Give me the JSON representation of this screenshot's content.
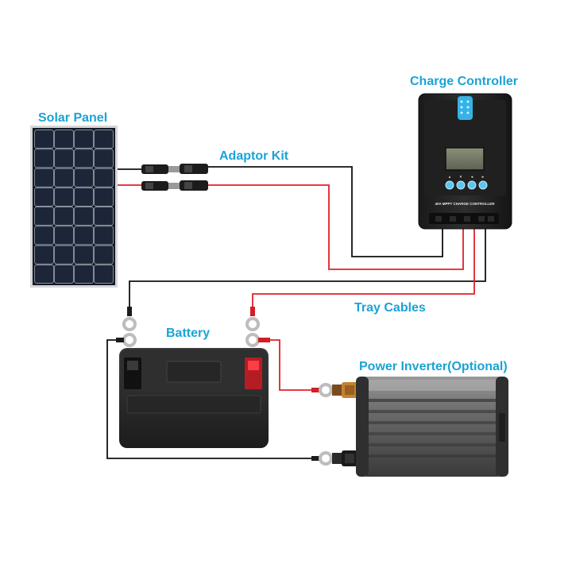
{
  "labels": {
    "solar_panel": "Solar Panel",
    "adaptor_kit": "Adaptor Kit",
    "charge_controller": "Charge Controller",
    "tray_cables": "Tray Cables",
    "battery": "Battery",
    "power_inverter": "Power Inverter(Optional)"
  },
  "controller": {
    "model_text": "40A MPPT CHARGE CONTROLLER",
    "button_glyphs": [
      "▲",
      "▼",
      "◄",
      "►"
    ]
  },
  "colors": {
    "label_blue": "#1aa3d6",
    "wire_red": "#e2202a",
    "wire_black": "#111111",
    "controller_accent": "#35b3e6"
  }
}
